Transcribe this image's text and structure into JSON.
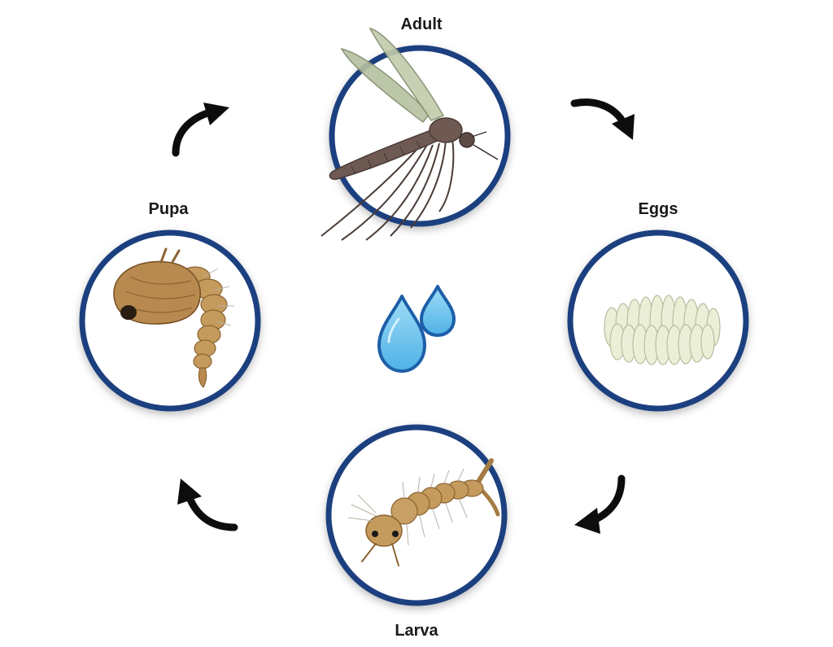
{
  "diagram": {
    "stages": [
      {
        "key": "adult",
        "label": "Adult",
        "icon": "mosquito-icon"
      },
      {
        "key": "eggs",
        "label": "Eggs",
        "icon": "egg-raft-icon"
      },
      {
        "key": "larva",
        "label": "Larva",
        "icon": "larva-icon"
      },
      {
        "key": "pupa",
        "label": "Pupa",
        "icon": "pupa-icon"
      }
    ],
    "center_icon": "water-droplets-icon",
    "colors": {
      "ring": "#1f3f7f",
      "arrow": "#0d0d0d",
      "water": "#6cc4ee",
      "water_outline": "#1c5fa8",
      "body_brown": "#c59a5d",
      "mosquito_body": "#6e5a52",
      "wing": "#b5c0a0",
      "egg": "#ecefd8"
    }
  }
}
